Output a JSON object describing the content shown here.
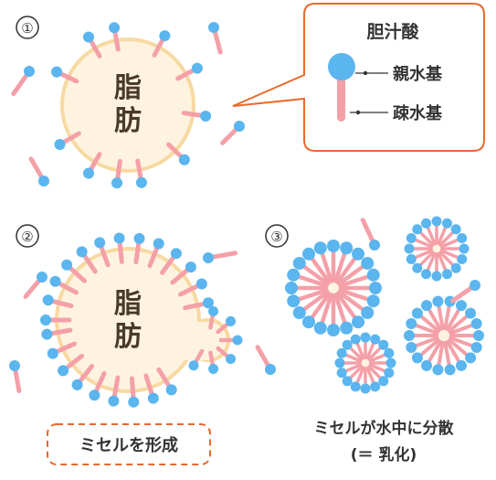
{
  "panels": [
    {
      "number": "①",
      "fat_label_top": "脂",
      "fat_label_bottom": "肪"
    },
    {
      "number": "②",
      "fat_label_top": "脂",
      "fat_label_bottom": "肪",
      "caption": "ミセルを形成"
    },
    {
      "number": "③",
      "caption_line1": "ミセルが水中に分散",
      "caption_line2": "(＝ 乳化)"
    }
  ],
  "legend": {
    "title": "胆汁酸",
    "hydrophilic_label": "親水基",
    "hydrophobic_label": "疎水基"
  },
  "colors": {
    "head": "#5bb5ee",
    "tail": "#f4a0a8",
    "fat_fill": "#fef3de",
    "fat_stroke": "#f7d9a2",
    "callout_stroke": "#e8692b",
    "caption_box_stroke": "#e8692b",
    "text": "#333333"
  }
}
